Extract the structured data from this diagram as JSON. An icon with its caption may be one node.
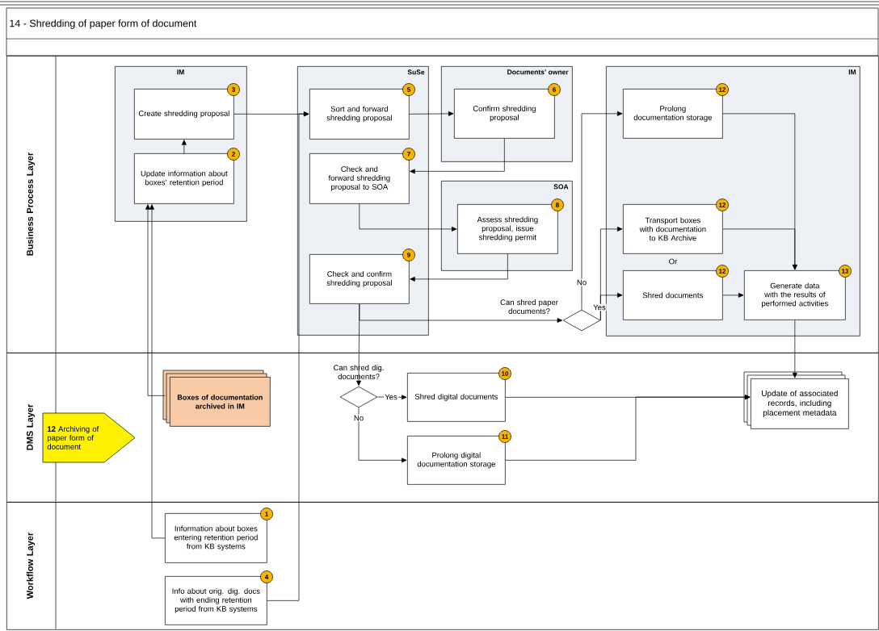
{
  "diagram": {
    "title": "14 - Shredding of paper form of document",
    "nodes": [
      {
        "text": [
          "Business Process Layer"
        ]
      },
      {
        "text": [
          "IM"
        ],
        "in": 0
      },
      {
        "text": [
          "Create shredding proposal"
        ],
        "beside": [
          "3"
        ],
        "in": 1
      },
      {
        "text": [
          "Update information about boxes’ retention period"
        ],
        "beside": [
          "2"
        ],
        "in": 1
      },
      {
        "text": [
          "SuSe"
        ],
        "in": 0
      },
      {
        "text": [
          "Sort and forward shredding proposal"
        ],
        "beside": [
          "5"
        ],
        "in": 4
      },
      {
        "text": [
          "Check and forward shredding proposal to SOA"
        ],
        "beside": [
          "7"
        ],
        "in": 4
      },
      {
        "text": [
          "Check and confirm shredding proposal"
        ],
        "beside": [
          "9"
        ],
        "in": 4
      },
      {
        "text": [
          "Documents’ owner"
        ],
        "in": 0
      },
      {
        "text": [
          "Confirm shredding proposal"
        ],
        "beside": [
          "6"
        ],
        "in": 8
      },
      {
        "text": [
          "SOA"
        ],
        "in": 0
      },
      {
        "text": [
          "Assess shredding proposal, issue shredding permit"
        ],
        "beside": [
          "8"
        ],
        "in": 10
      },
      {
        "text": [],
        "shape": "diamond",
        "beside": [
          "Can shred paper documents?"
        ],
        "in": 0
      },
      {
        "text": [
          "IM"
        ],
        "in": 0
      },
      {
        "text": [
          "Prolong documentation storage"
        ],
        "beside": [
          "12"
        ],
        "in": 13
      },
      {
        "text": [
          "Transport boxes with documentation to KB Archive"
        ],
        "beside": [
          "12"
        ],
        "in": 13
      },
      {
        "text": [
          "Shred documents"
        ],
        "beside": [
          "12"
        ],
        "in": 13
      },
      {
        "text": [
          "Generate data with the results of performed activities"
        ],
        "beside": [
          "13"
        ],
        "in": 13
      },
      {
        "text": [
          "DMS Layer"
        ]
      },
      {
        "text": [
          "**12** Archiving of paper form of document"
        ],
        "in": 18
      },
      {
        "text": [
          "Boxes of documentation archived in IM"
        ],
        "in": 18
      },
      {
        "text": [],
        "shape": "diamond",
        "beside": [
          "Can shred dig. documents?"
        ],
        "in": 18
      },
      {
        "text": [
          "Shred digital documents"
        ],
        "beside": [
          "10"
        ],
        "in": 18
      },
      {
        "text": [
          "Prolong digital documentation storage"
        ],
        "beside": [
          "11"
        ],
        "in": 18
      },
      {
        "text": [
          "Update of associated records, including placement metadata"
        ],
        "in": 18
      },
      {
        "text": [
          "Workflow Layer"
        ]
      },
      {
        "text": [
          "Information about boxes entering retention period from KB systems"
        ],
        "beside": [
          "1"
        ],
        "in": 25
      },
      {
        "text": [
          "Info about orig. dig. docs with ending retention period from KB systems"
        ],
        "beside": [
          "4"
        ],
        "in": 25
      }
    ],
    "edges": [
      {
        "from": 26,
        "to": 3,
        "arrow": "to"
      },
      {
        "from": 20,
        "to": 3,
        "arrow": "to"
      },
      {
        "from": 3,
        "to": 2,
        "arrow": "to"
      },
      {
        "from": 2,
        "to": 5,
        "arrow": "to"
      },
      {
        "from": 27,
        "to": 5,
        "arrow": "to"
      },
      {
        "from": 5,
        "to": 9,
        "arrow": "to"
      },
      {
        "from": 9,
        "to": 6,
        "arrow": "to"
      },
      {
        "from": 6,
        "to": 11,
        "arrow": "to"
      },
      {
        "from": 11,
        "to": 7,
        "arrow": "to"
      },
      {
        "from": 7,
        "to": 12,
        "arrow": "to"
      },
      {
        "from": 7,
        "to": 21,
        "arrow": "to"
      },
      {
        "from": 12,
        "to": 14,
        "arrow": "to",
        "label": "No"
      },
      {
        "from": 12,
        "to": 15,
        "arrow": "to",
        "label": "Yes"
      },
      {
        "from": 12,
        "to": 16,
        "arrow": "to"
      },
      {
        "from": 14,
        "to": 17,
        "arrow": "to"
      },
      {
        "from": 15,
        "to": 17,
        "arrow": "to"
      },
      {
        "from": 16,
        "to": 17,
        "arrow": "to"
      },
      {
        "from": 17,
        "to": 24,
        "arrow": "to"
      },
      {
        "from": 21,
        "to": 22,
        "arrow": "to",
        "label": "Yes"
      },
      {
        "from": 21,
        "to": 23,
        "arrow": "to",
        "label": "No"
      },
      {
        "from": 22,
        "to": 24,
        "arrow": "to"
      },
      {
        "from": 23,
        "to": 24,
        "arrow": "to"
      }
    ],
    "labels": [
      "Or"
    ]
  }
}
